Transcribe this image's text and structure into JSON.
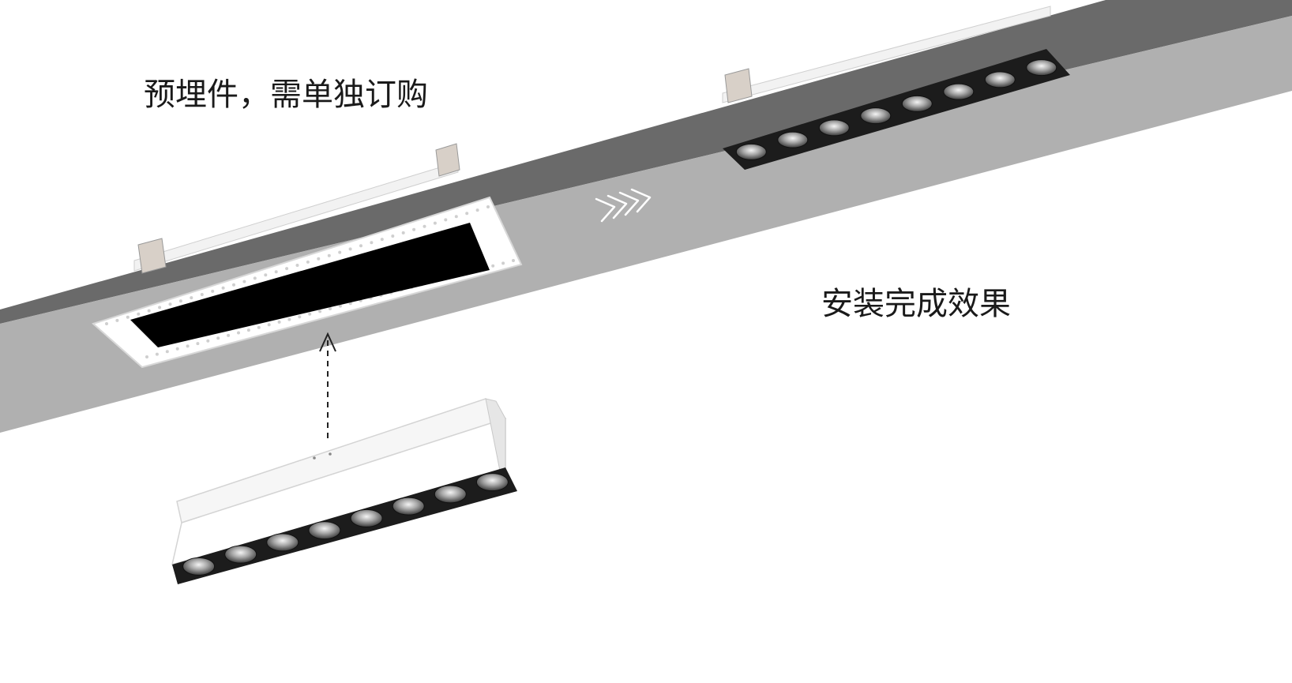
{
  "labels": {
    "trim_note": "预埋件，需单独订购",
    "installed_note": "安装完成效果"
  },
  "colors": {
    "ceiling_face": "#b0b0b0",
    "ceiling_edge": "#6a6a6a",
    "trim_frame": "#ffffff",
    "recess_opening": "#000000",
    "fixture_body": "#ffffff",
    "lens_housing": "#1c1c1c",
    "arrow": "#222222"
  },
  "icons": {
    "direction": "chevron-arrows-icon",
    "insert": "dashed-up-arrow-icon"
  },
  "fixture": {
    "led_count": 8
  },
  "installed_fixture": {
    "led_count": 8
  }
}
